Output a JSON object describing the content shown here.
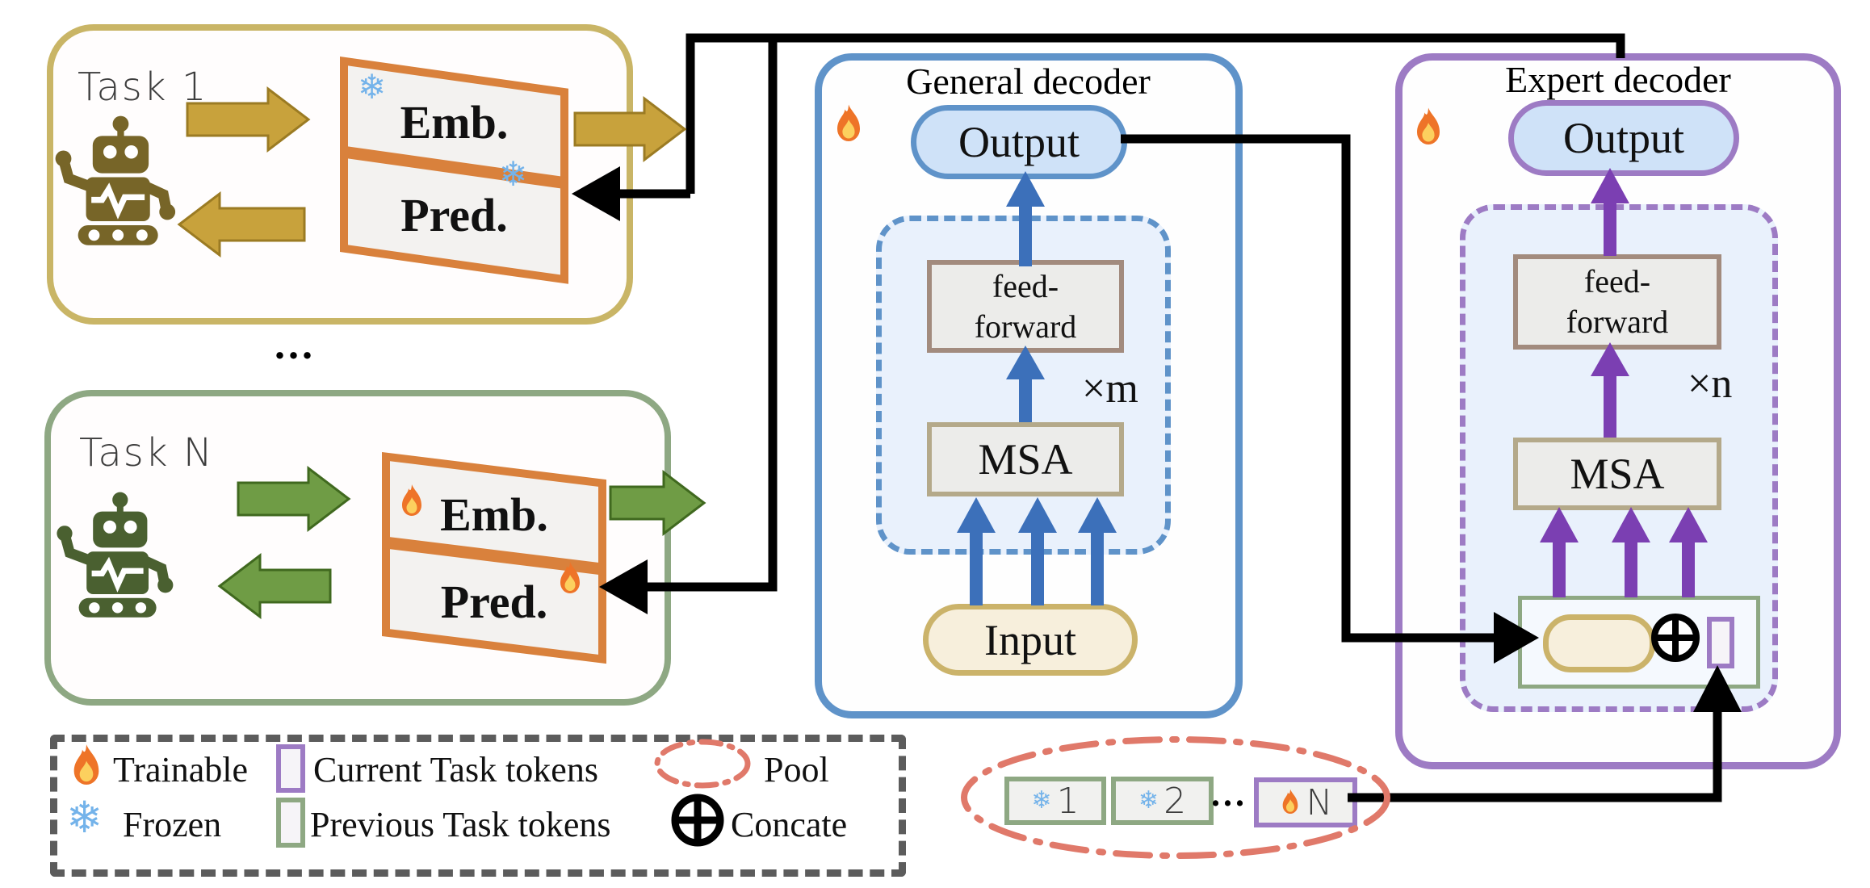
{
  "task1": {
    "label": "Task 1",
    "emb": "Emb.",
    "pred": "Pred."
  },
  "taskN": {
    "label": "Task N",
    "emb": "Emb.",
    "pred": "Pred."
  },
  "between_tasks_ellipsis": "...",
  "general": {
    "title": "General decoder",
    "output": "Output",
    "ff_line1": "feed-",
    "ff_line2": "forward",
    "msa": "MSA",
    "repeat": "×m",
    "input": "Input"
  },
  "expert": {
    "title": "Expert decoder",
    "output": "Output",
    "ff_line1": "feed-",
    "ff_line2": "forward",
    "msa": "MSA",
    "repeat": "×n"
  },
  "legend": {
    "trainable": "Trainable",
    "frozen": "Frozen",
    "current_tokens": "Current Task tokens",
    "previous_tokens": "Previous Task tokens",
    "pool": "Pool",
    "concat": "Concate"
  },
  "pool": {
    "token1": "1",
    "token2": "2",
    "ellipsis": "...",
    "tokenN": "N"
  },
  "icons": {
    "snowflake": "❄"
  },
  "colors": {
    "tan": "#c9b566",
    "tan_arrow": "#c8a23c",
    "green": "#8ea883",
    "green_arrow": "#6f9c45",
    "orange": "#d9813c",
    "blue": "#5f93c9",
    "blue_arrow": "#3c70ba",
    "purple": "#9d7bc4",
    "purple_arrow": "#7b3fb2",
    "salmon_pool": "#e0796a",
    "flame": "#ee7428",
    "ice": "#74b3ea"
  }
}
